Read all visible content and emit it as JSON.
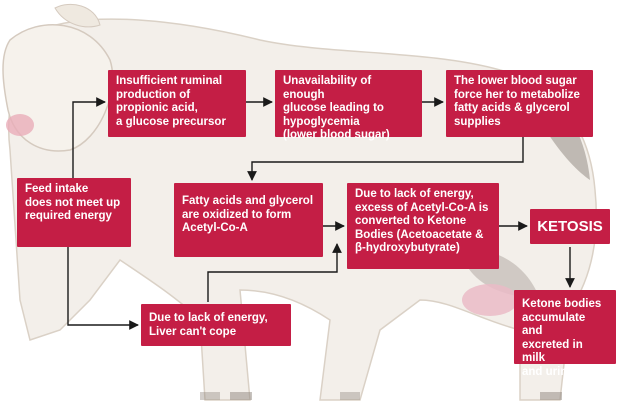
{
  "nodes": {
    "feed_intake": "Feed intake\ndoes not meet up\nrequired energy",
    "insufficient_ruminal": "Insufficient ruminal\nproduction of\npropionic acid,\na glucose precursor",
    "unavailability_glucose": "Unavailability of enough\nglucose leading to\nhypoglycemia\n(lower blood sugar)",
    "lower_blood_sugar": "The lower blood sugar\nforce her to metabolize\nfatty acids & glycerol\nsupplies",
    "fatty_acids_oxidized": "Fatty acids and glycerol\nare oxidized to form\nAcetyl-Co-A",
    "lack_energy_acetyl": "Due to lack of energy,\nexcess of Acetyl-Co-A is\nconverted to Ketone\nBodies (Acetoacetate &\nβ-hydroxybutyrate)",
    "ketosis": "KETOSIS",
    "ketone_bodies_accumulate": "Ketone bodies\naccumulate and\nexcreted in milk\nand urine",
    "liver_cant_cope": "Due to lack of energy,\nLiver can't cope"
  },
  "colors": {
    "box_fill": "#c41e45",
    "box_text": "#ffffff",
    "arrow": "#1a1a1a",
    "cow_body": "#f3efe9",
    "cow_shadow": "#d9cfc4",
    "udder": "#e9b7c4"
  },
  "illustration": "watercolor-holstein-cow"
}
